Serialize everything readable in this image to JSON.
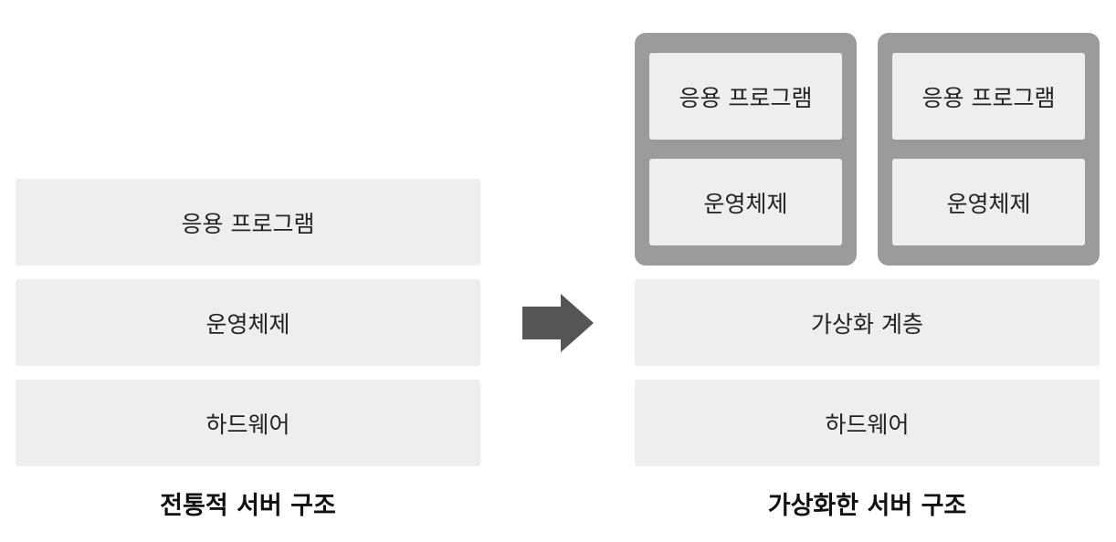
{
  "traditional": {
    "layers": {
      "app": "응용 프로그램",
      "os": "운영체제",
      "hardware": "하드웨어"
    },
    "caption": "전통적 서버 구조"
  },
  "virtualized": {
    "vm1": {
      "app": "응용 프로그램",
      "os": "운영체제"
    },
    "vm2": {
      "app": "응용 프로그램",
      "os": "운영체제"
    },
    "hypervisor": "가상화 계층",
    "hardware": "하드웨어",
    "caption": "가상화한 서버 구조"
  },
  "colors": {
    "layer_fill": "#eeeeee",
    "vm_container": "#9b9b9b",
    "arrow": "#555555"
  },
  "icons": {
    "transition": "right-arrow-icon"
  }
}
